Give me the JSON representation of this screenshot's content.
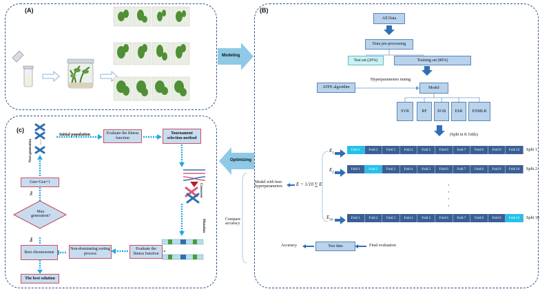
{
  "panels": {
    "a": "(A)",
    "b": "(B)",
    "c": "(c)"
  },
  "arrows": {
    "modeling": "Modeling",
    "optimizing": "Optimizing"
  },
  "b": {
    "all_data": "All Data",
    "preproc": "Data pre-processing",
    "test_set": "Test set (20%)",
    "train_set": "Training  set (80%)",
    "atpe": "ATPE algorithm",
    "tuning": "Hyperparameters tuning",
    "model": "Model",
    "models": [
      "SVR",
      "RF",
      "XGB",
      "ESR",
      "ENMLR"
    ],
    "split_k": "(Split in K folds)",
    "folds": [
      "Fold 1",
      "Fold 2",
      "Fold 3",
      "Fold 4",
      "Fold 5",
      "Fold 6",
      "Fold 7",
      "Fold 8",
      "Fold 9",
      "Fold 10"
    ],
    "splits": [
      "Split 1",
      "Split 2",
      "Split 10"
    ],
    "e_labels": [
      "E",
      "1",
      "E",
      "2",
      "E",
      "10"
    ],
    "best": "Model with best hyperparameters",
    "formula": "E = 1/10 ∑ E",
    "compare": "Compare accuracy",
    "accuracy": "Accuracy",
    "test_data": "Test data",
    "final": "Final evaluation",
    "dots": "·"
  },
  "c": {
    "init_pop": "Initial population",
    "eval1": "Evaluate the fitness function",
    "tournament": "Tournament selection method",
    "crossover": "Crossover",
    "mutation": "Mutation",
    "eval2": "Evaluate the fitness function",
    "nondom": "Non-dominating sorting process",
    "best_chrom": "Best chromosome",
    "best_sol": "The best solution",
    "max_gen": "Max generation?",
    "gen": "Gen=Gen+1",
    "next_gen": "Next generation",
    "no": "No",
    "yes": "Yes",
    "ellipsis": "⋮"
  }
}
